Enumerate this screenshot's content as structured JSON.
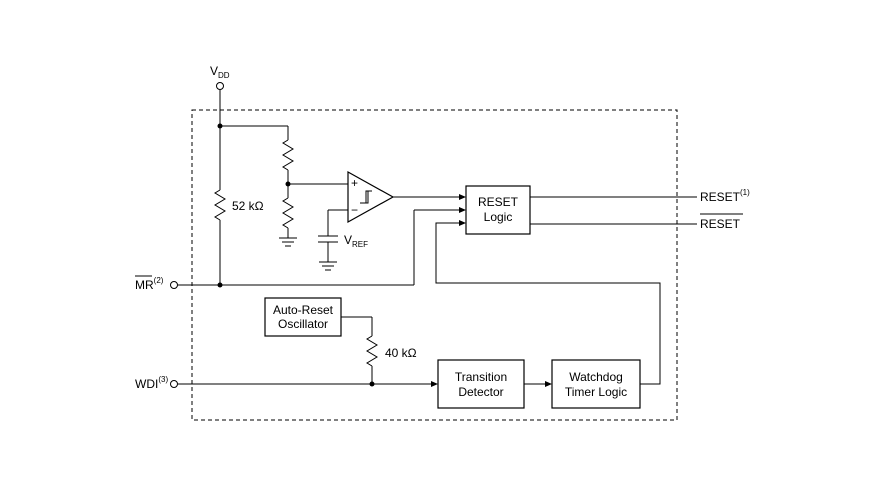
{
  "supply": {
    "main": "V",
    "sub": "DD"
  },
  "boxes": {
    "reset_logic": {
      "line1": "RESET",
      "line2": "Logic"
    },
    "oscillator": {
      "line1": "Auto-Reset",
      "line2": "Oscillator"
    },
    "transition": {
      "line1": "Transition",
      "line2": "Detector"
    },
    "watchdog": {
      "line1": "Watchdog",
      "line2": "Timer Logic"
    }
  },
  "resistors": {
    "r_pullup": "52 kΩ",
    "r_osc": "40 kΩ"
  },
  "reference": {
    "main": "V",
    "sub": "REF"
  },
  "comparator": {
    "plus": "+",
    "minus": "−"
  },
  "pins": {
    "reset_out": {
      "label": "RESET",
      "note": "(1)"
    },
    "reset_bar_out": {
      "label": "RESET",
      "note": ""
    },
    "mr": {
      "label": "MR",
      "note": "(2)"
    },
    "wdi": {
      "label": "WDI",
      "note": "(3)"
    }
  }
}
